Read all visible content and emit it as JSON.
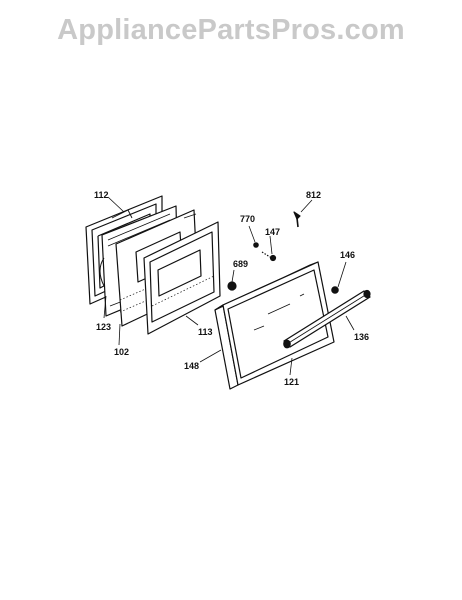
{
  "watermark": "AppliancePartsPros.com",
  "part_labels": {
    "p112": "112",
    "p123": "123",
    "p102": "102",
    "p113": "113",
    "p770": "770",
    "p147": "147",
    "p689": "689",
    "p812": "812",
    "p146": "146",
    "p148": "148",
    "p136": "136",
    "p121": "121"
  },
  "colors": {
    "line": "#111111",
    "watermark": "#c9c9c9",
    "background": "#ffffff"
  }
}
